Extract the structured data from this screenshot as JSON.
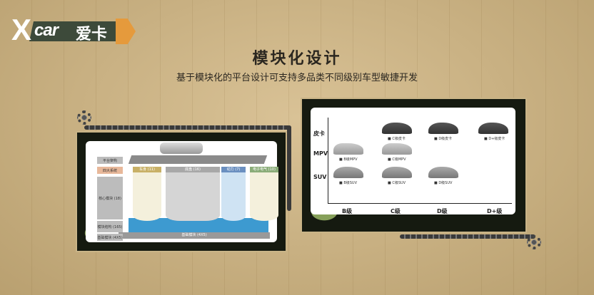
{
  "logo": {
    "mark": "X",
    "text": "car",
    "cn": "爱卡"
  },
  "header": {
    "title": "模块化设计",
    "subtitle": "基于模块化的平台设计可支持多品类不同级别车型敏捷开发"
  },
  "left_diagram": {
    "side_labels": [
      "平台架构",
      "四大系统",
      "核心模块\n(18)",
      "模块结构\n(165)",
      "基础模块\n(4X5)"
    ],
    "columns": [
      {
        "title": "车身 (11)",
        "color": "#c8b066"
      },
      {
        "title": "底盘 (16)",
        "color": "#a8a8a8"
      },
      {
        "title": "动力 (7)",
        "color": "#6a8fc0"
      },
      {
        "title": "电子电气 (10)",
        "color": "#8aac78"
      }
    ],
    "base_label": "基础模块 (4X5)"
  },
  "right_chart": {
    "y_labels": [
      "皮卡",
      "MPV",
      "SUV"
    ],
    "x_labels": [
      "B级",
      "C级",
      "D级",
      "D+级"
    ],
    "cars": [
      {
        "row": 0,
        "col": 1,
        "type": "pickup",
        "label": "C级皮卡"
      },
      {
        "row": 0,
        "col": 2,
        "type": "pickup",
        "label": "D级皮卡"
      },
      {
        "row": 0,
        "col": 3,
        "type": "pickup",
        "label": "D+级皮卡"
      },
      {
        "row": 1,
        "col": 0,
        "type": "mpv",
        "label": "B级MPV"
      },
      {
        "row": 1,
        "col": 1,
        "type": "mpv",
        "label": "C级MPV"
      },
      {
        "row": 2,
        "col": 0,
        "type": "suv",
        "label": "B级SUV"
      },
      {
        "row": 2,
        "col": 1,
        "type": "suv",
        "label": "C级SUV"
      },
      {
        "row": 2,
        "col": 2,
        "type": "suv",
        "label": "D级SUV"
      }
    ]
  }
}
